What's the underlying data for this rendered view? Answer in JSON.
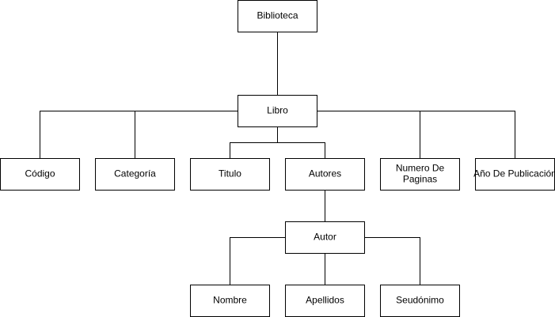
{
  "diagram": {
    "type": "tree",
    "line_color": "#000000",
    "box_fill": "#ffffff",
    "nodes": [
      {
        "id": "biblioteca",
        "lines": [
          "Biblioteca"
        ]
      },
      {
        "id": "libro",
        "lines": [
          "Libro"
        ]
      },
      {
        "id": "codigo",
        "lines": [
          "Código"
        ]
      },
      {
        "id": "categoria",
        "lines": [
          "Categoría"
        ]
      },
      {
        "id": "titulo",
        "lines": [
          "Titulo"
        ]
      },
      {
        "id": "autores",
        "lines": [
          "Autores"
        ]
      },
      {
        "id": "numero-paginas",
        "lines": [
          "Numero De",
          "Paginas"
        ]
      },
      {
        "id": "anio-publicacion",
        "lines": [
          "Año De Publicación"
        ]
      },
      {
        "id": "autor",
        "lines": [
          "Autor"
        ]
      },
      {
        "id": "nombre",
        "lines": [
          "Nombre"
        ]
      },
      {
        "id": "apellidos",
        "lines": [
          "Apellidos"
        ]
      },
      {
        "id": "seudonimo",
        "lines": [
          "Seudónimo"
        ]
      }
    ],
    "edges": [
      {
        "from": "biblioteca",
        "to": "libro"
      },
      {
        "from": "libro",
        "to": "codigo"
      },
      {
        "from": "libro",
        "to": "categoria"
      },
      {
        "from": "libro",
        "to": "titulo"
      },
      {
        "from": "libro",
        "to": "autores"
      },
      {
        "from": "libro",
        "to": "numero-paginas"
      },
      {
        "from": "libro",
        "to": "anio-publicacion"
      },
      {
        "from": "autores",
        "to": "autor"
      },
      {
        "from": "autor",
        "to": "nombre"
      },
      {
        "from": "autor",
        "to": "apellidos"
      },
      {
        "from": "autor",
        "to": "seudonimo"
      }
    ]
  }
}
